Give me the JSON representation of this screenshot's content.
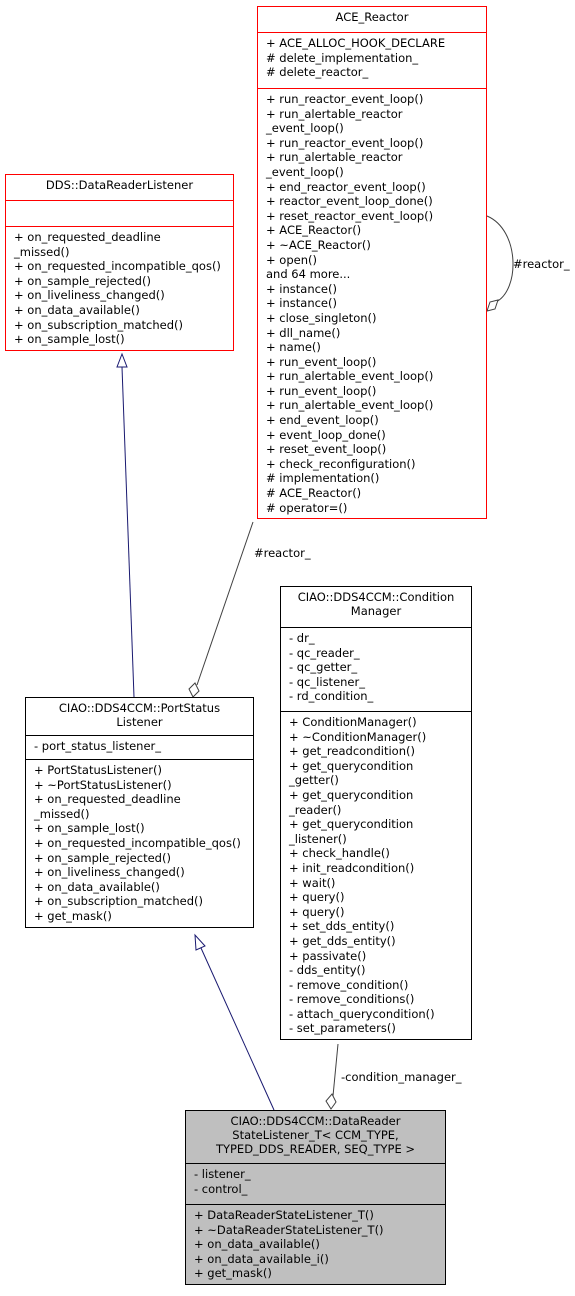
{
  "classes": {
    "ace_reactor": {
      "title": [
        "ACE_Reactor"
      ],
      "attributes": [
        "+ ACE_ALLOC_HOOK_DECLARE",
        "# delete_implementation_",
        "# delete_reactor_"
      ],
      "operations": [
        "+ run_reactor_event_loop()",
        "+ run_alertable_reactor",
        "_event_loop()",
        "+ run_reactor_event_loop()",
        "+ run_alertable_reactor",
        "_event_loop()",
        "+ end_reactor_event_loop()",
        "+ reactor_event_loop_done()",
        "+ reset_reactor_event_loop()",
        "+ ACE_Reactor()",
        "+ ~ACE_Reactor()",
        "+ open()",
        "and 64 more...",
        "+ instance()",
        "+ instance()",
        "+ close_singleton()",
        "+ dll_name()",
        "+ name()",
        "+ run_event_loop()",
        "+ run_alertable_event_loop()",
        "+ run_event_loop()",
        "+ run_alertable_event_loop()",
        "+ end_event_loop()",
        "+ event_loop_done()",
        "+ reset_event_loop()",
        "+ check_reconfiguration()",
        "# implementation()",
        "# ACE_Reactor()",
        "# operator=()"
      ]
    },
    "dds_listener": {
      "title": [
        "DDS::DataReaderListener"
      ],
      "attributes": [],
      "operations": [
        "+ on_requested_deadline",
        "_missed()",
        "+ on_requested_incompatible_qos()",
        "+ on_sample_rejected()",
        "+ on_liveliness_changed()",
        "+ on_data_available()",
        "+ on_subscription_matched()",
        "+ on_sample_lost()"
      ]
    },
    "port_status": {
      "title": [
        "CIAO::DDS4CCM::PortStatus",
        "Listener"
      ],
      "attributes": [
        "- port_status_listener_"
      ],
      "operations": [
        "+ PortStatusListener()",
        "+ ~PortStatusListener()",
        "+ on_requested_deadline",
        "_missed()",
        "+ on_sample_lost()",
        "+ on_requested_incompatible_qos()",
        "+ on_sample_rejected()",
        "+ on_liveliness_changed()",
        "+ on_data_available()",
        "+ on_subscription_matched()",
        "+ get_mask()"
      ]
    },
    "condition_manager": {
      "title": [
        "CIAO::DDS4CCM::Condition",
        "Manager"
      ],
      "attributes": [
        "- dr_",
        "- qc_reader_",
        "- qc_getter_",
        "- qc_listener_",
        "- rd_condition_"
      ],
      "operations": [
        "+ ConditionManager()",
        "+ ~ConditionManager()",
        "+ get_readcondition()",
        "+ get_querycondition",
        "_getter()",
        "+ get_querycondition",
        "_reader()",
        "+ get_querycondition",
        "_listener()",
        "+ check_handle()",
        "+ init_readcondition()",
        "+ wait()",
        "+ query()",
        "+ query()",
        "+ set_dds_entity()",
        "+ get_dds_entity()",
        "+ passivate()",
        "- dds_entity()",
        "- remove_condition()",
        "- remove_conditions()",
        "- attach_querycondition()",
        "- set_parameters()"
      ]
    },
    "state_listener": {
      "title": [
        "CIAO::DDS4CCM::DataReader",
        "StateListener_T< CCM_TYPE,",
        "TYPED_DDS_READER, SEQ_TYPE >"
      ],
      "attributes": [
        "- listener_",
        "- control_"
      ],
      "operations": [
        "+ DataReaderStateListener_T()",
        "+ ~DataReaderStateListener_T()",
        "+ on_data_available()",
        "+ on_data_available_i()",
        "+ get_mask()"
      ]
    }
  },
  "edge_labels": {
    "reactor_self": "#reactor_",
    "reactor_port": "#reactor_",
    "condition_manager": "-condition_manager_"
  },
  "colors": {
    "interface_border": "#ff0000",
    "class_border": "#000000",
    "focus_fill": "#bfbfbf",
    "inheritance_edge": "#191970",
    "association_edge": "#404040"
  }
}
